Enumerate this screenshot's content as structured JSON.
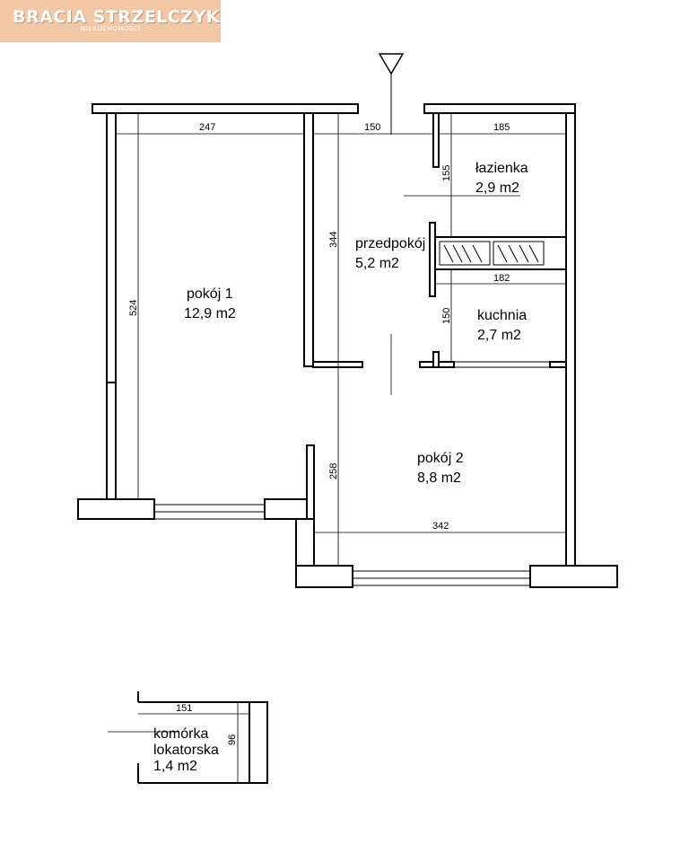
{
  "logo": {
    "title": "BRACIA STRZELCZYK",
    "subtitle": "NIERUCHOMOŚCI"
  },
  "rooms": {
    "lazienka": {
      "name": "łazienka",
      "area": "2,9 m2"
    },
    "przedpokoj": {
      "name": "przedpokój",
      "area": "5,2 m2"
    },
    "pokoj1": {
      "name": "pokój 1",
      "area": "12,9 m2"
    },
    "kuchnia": {
      "name": "kuchnia",
      "area": "2,7 m2"
    },
    "pokoj2": {
      "name": "pokój 2",
      "area": "8,8 m2"
    },
    "komorka": {
      "name_line1": "komórka",
      "name_line2": "lokatorska",
      "area": "1,4 m2"
    }
  },
  "dimensions": {
    "pokoj1_width": "247",
    "hall_width": "150",
    "bath_width": "185",
    "bath_depth": "155",
    "hall_depth": "344",
    "pokoj1_depth": "524",
    "kitchen_width": "182",
    "kitchen_depth": "150",
    "pokoj2_depth": "258",
    "pokoj2_width": "342",
    "storage_width": "151",
    "storage_depth": "96"
  }
}
